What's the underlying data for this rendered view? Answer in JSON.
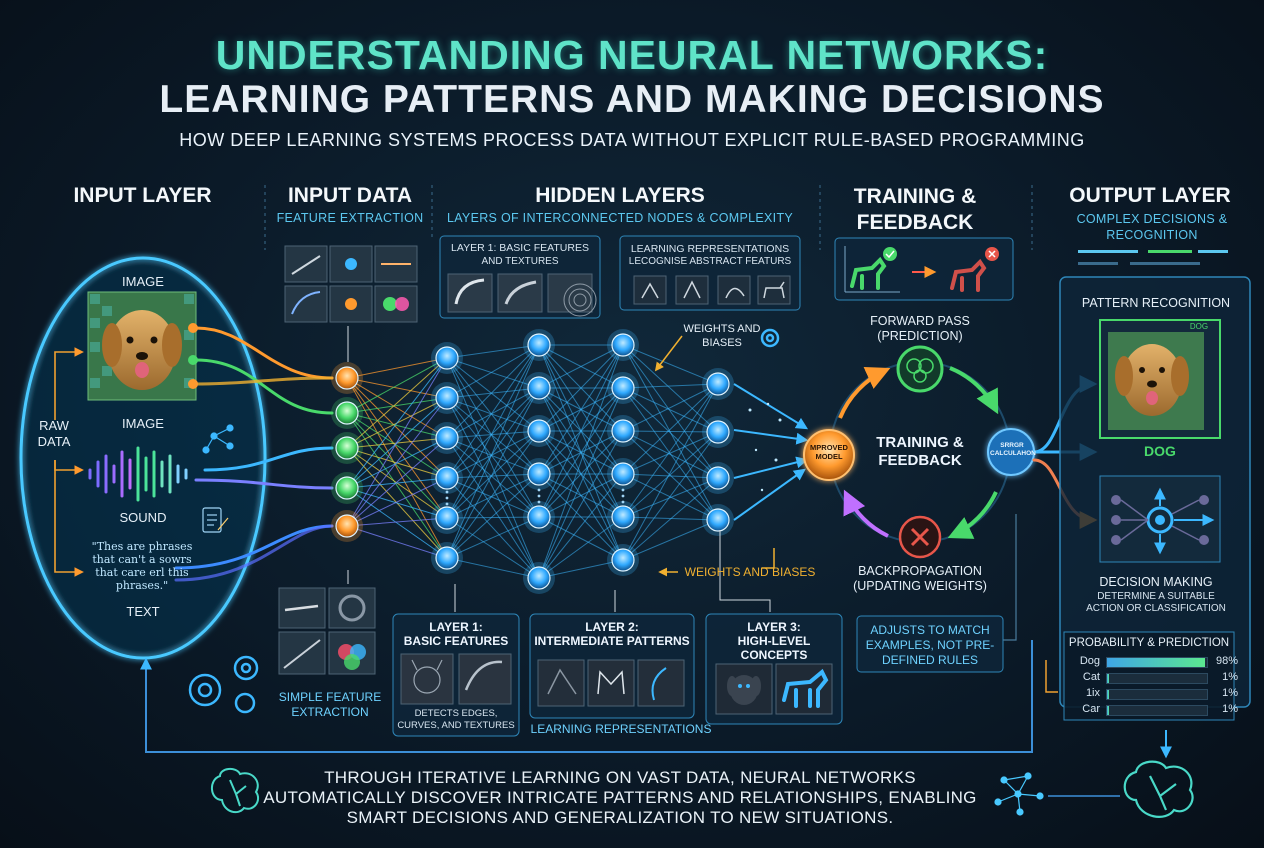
{
  "title": {
    "line1": "UNDERSTANDING NEURAL NETWORKS:",
    "line2": "LEARNING PATTERNS AND MAKING DECISIONS"
  },
  "subtitle": "HOW DEEP LEARNING SYSTEMS PROCESS DATA WITHOUT EXPLICIT RULE-BASED PROGRAMMING",
  "input_layer": {
    "header": "INPUT LAYER",
    "image_top": "IMAGE",
    "image_bottom": "IMAGE",
    "raw_data": "RAW\nDATA",
    "sound": "SOUND",
    "quote": "\"Thes are phrases that can't a sowrs that care erl this phrases.\"",
    "text": "TEXT"
  },
  "input_data": {
    "header": "INPUT DATA",
    "sub": "FEATURE EXTRACTION",
    "simple": "SIMPLE FEATURE EXTRACTION"
  },
  "hidden_layers": {
    "header": "HIDDEN LAYERS",
    "sub": "LAYERS OF INTERCONNECTED NODES & COMPLEXITY",
    "box1_title": "LAYER 1: BASIC FEATURES",
    "box1_sub": "AND TEXTURES",
    "box2_title": "LEARNING REPRESENTATIONS",
    "box2_sub": "LECOGNISE ABSTRACT FEATURS",
    "weights_top": "WEIGHTS AND BIASES",
    "weights_bottom": "WEIGHTS AND BIASES",
    "layer1_title": "LAYER 1:",
    "layer1_sub": "BASIC FEATURES",
    "layer1_note": "DETECTS EDGES, CURVES, AND TEXTURES",
    "layer2_title": "LAYER 2:",
    "layer2_sub": "INTERMEDIATE PATTERNS",
    "layer3_title": "LAYER 3:",
    "layer3_sub": "HIGH-LEVEL CONCEPTS",
    "learning_repr": "LEARNING REPRESENTATIONS"
  },
  "training": {
    "header": "TRAINING & FEEDBACK",
    "forward": "FORWARD PASS",
    "forward_sub": "(PREDICTION)",
    "center": "TRAINING & FEEDBACK",
    "improved": "MPROVED MODEL",
    "error": "SRRGR CALCULAHON",
    "backprop": "BACKPROPAGATION",
    "backprop_sub": "(UPDATING WEIGHTS)",
    "adjusts": "ADJUSTS TO MATCH EXAMPLES, NOT PRE-DEFINED RULES"
  },
  "output_layer": {
    "header": "OUTPUT LAYER",
    "sub": "COMPLEX DECISIONS & RECOGNITION",
    "pattern": "PATTERN RECOGNITION",
    "dog_tag": "DOG",
    "dog_label": "DOG",
    "decision": "DECISION MAKING",
    "decision_sub": "DETERMINE A SUITABLE ACTION OR CLASSIFICATION",
    "prob_title": "PROBABILITY & PREDICTION",
    "probabilities": [
      {
        "name": "Dog",
        "value": 98,
        "label": "98%"
      },
      {
        "name": "Cat",
        "value": 1,
        "label": "1%"
      },
      {
        "name": "1ix",
        "value": 1,
        "label": "1%"
      },
      {
        "name": "Car",
        "value": 1,
        "label": "1%"
      }
    ]
  },
  "bottom": {
    "line1": "THROUGH ITERATIVE LEARNING ON VAST DATA, NEURAL NETWORKS",
    "line2": "AUTOMATICALLY DISCOVER INTRICATE PATTERNS AND RELATIONSHIPS, ENABLING",
    "line3": "SMART DECISIONS AND GENERALIZATION TO NEW SITUATIONS."
  },
  "colors": {
    "accent_teal": "#5fe3c8",
    "node_blue": "#3cb8ff",
    "node_orange": "#ff9a2e",
    "node_green": "#49d96b",
    "error_red": "#e8564a",
    "panel_border": "#2e86b8"
  }
}
